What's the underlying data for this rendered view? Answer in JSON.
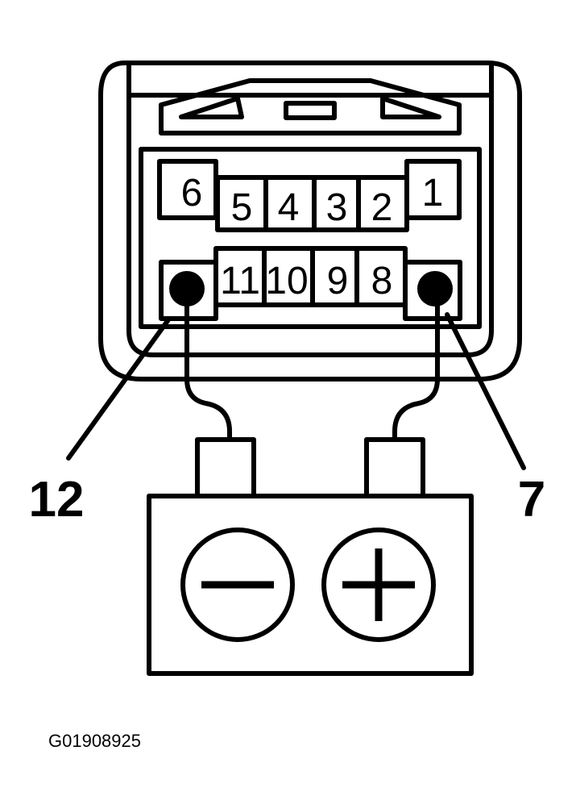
{
  "connector": {
    "top_row_pins": [
      "6",
      "5",
      "4",
      "3",
      "2",
      "1"
    ],
    "bottom_row_pins": [
      "11",
      "10",
      "9",
      "8"
    ],
    "unlabeled_bottom_pins": [
      "12",
      "7"
    ]
  },
  "callouts": {
    "left_pin": "12",
    "right_pin": "7"
  },
  "battery": {
    "negative_terminal": "negative-icon",
    "positive_terminal": "positive-icon"
  },
  "figure_id": "G01908925"
}
